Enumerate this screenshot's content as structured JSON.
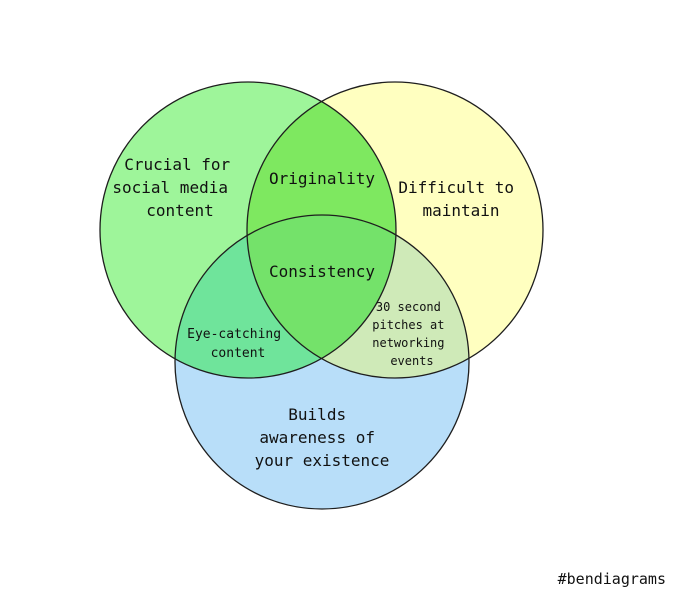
{
  "circles": {
    "green": {
      "color": "#9ef59a",
      "label": [
        "Crucial for",
        "social media",
        "content"
      ]
    },
    "yellow": {
      "color": "#ffffc0",
      "label": [
        "Difficult to",
        "maintain"
      ]
    },
    "blue": {
      "color": "#b8def9",
      "label": [
        "Builds",
        "awareness of",
        "your existence"
      ]
    }
  },
  "intersections": {
    "green_yellow": {
      "color": "#7ee860",
      "label": "Originality"
    },
    "green_blue": {
      "color": "#6fe49b",
      "label": [
        "Eye-catching",
        "content"
      ]
    },
    "yellow_blue": {
      "color": "#cfeab8",
      "label": [
        "30 second",
        "pitches at",
        "networking",
        "events"
      ]
    },
    "all": {
      "color": "#74e26a",
      "label": "Consistency"
    }
  },
  "stroke_color": "#1e1e1e",
  "hashtag": "#bendiagrams"
}
